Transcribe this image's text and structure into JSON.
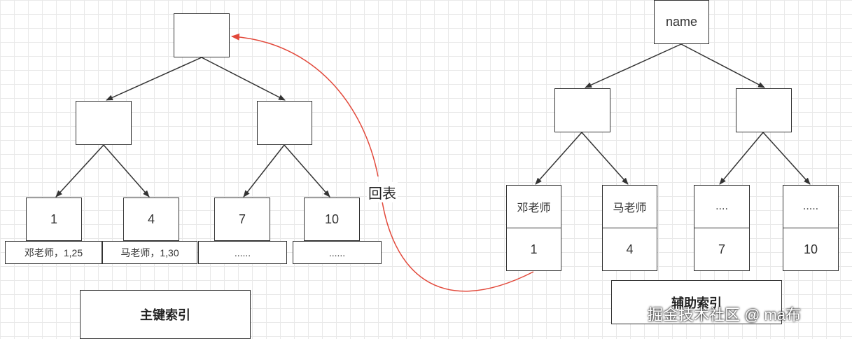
{
  "primary": {
    "root": "",
    "left_child": "",
    "right_child": "",
    "leaves": [
      "1",
      "4",
      "7",
      "10"
    ],
    "rows": [
      "邓老师，1,25",
      "马老师，1,30",
      "......",
      "......"
    ],
    "title": "主键索引"
  },
  "secondary": {
    "root": "name",
    "left_child": "",
    "right_child": "",
    "leaves": [
      "邓老师",
      "马老师",
      "....",
      "....."
    ],
    "keys": [
      "1",
      "4",
      "7",
      "10"
    ],
    "title": "辅助索引"
  },
  "lookup_label": "回表",
  "watermark": "掘金技术社区 @ ma布",
  "colors": {
    "stroke": "#333333",
    "lookup_arrow": "#e2493b",
    "grid": "#e9e9e9"
  }
}
